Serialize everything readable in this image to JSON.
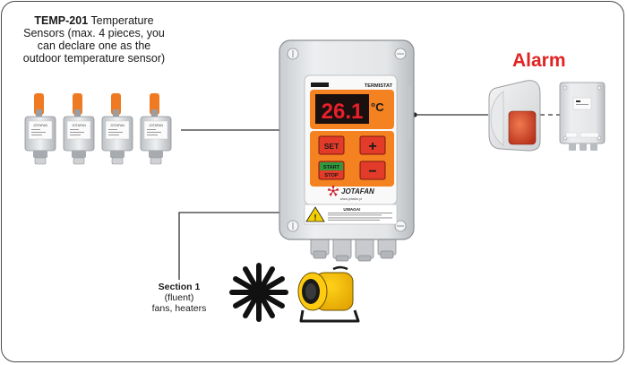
{
  "sensors": {
    "model": "TEMP-201",
    "description": "Temperature Sensors (max. 4 pieces, you can declare one as the outdoor temperature sensor)",
    "count": 4,
    "label_text": "JOTAFAN"
  },
  "thermostat": {
    "title": "TERMISTAT",
    "display_value": "26.1",
    "unit": "°C",
    "set_label": "SET",
    "plus_label": "+",
    "start_label": "START",
    "stop_label": "STOP",
    "minus_label": "−",
    "brand": "JOTAFAN",
    "website": "www.jotafan.pl",
    "warning_title": "UWAGA!"
  },
  "alarm": {
    "title": "Alarm"
  },
  "section": {
    "title": "Section 1",
    "mode": "(fluent)",
    "devices": "fans, heaters"
  },
  "colors": {
    "orange": "#f58220",
    "display_red": "#e8202a",
    "alarm_red": "#e02424",
    "casing": "#e2e4e6"
  }
}
